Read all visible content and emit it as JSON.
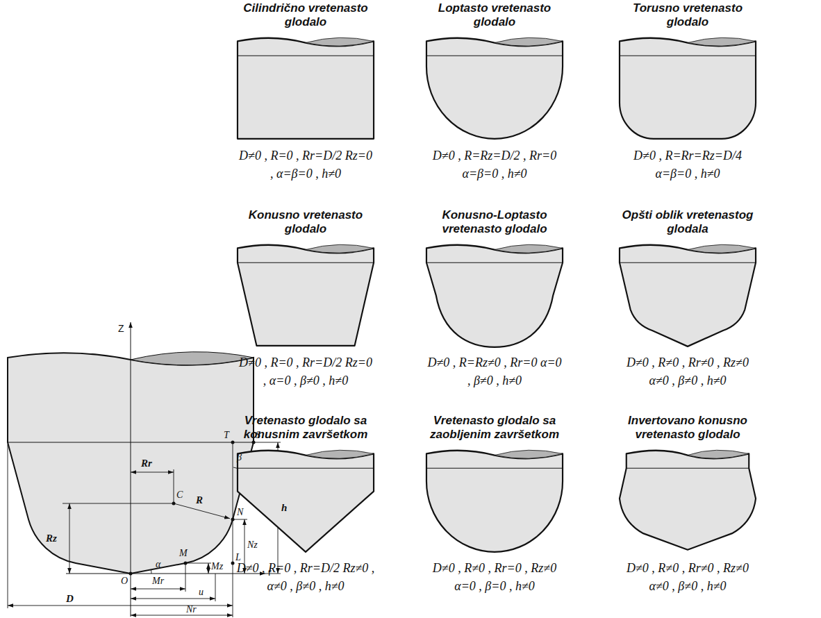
{
  "diagram": {
    "nodes": [
      {
        "text": [
          "Cilindrično vretenasto glodalo",
          "D≠0 , R=0 , Rr=D/2 Rz=0 , α=β=0 , h≠0"
        ]
      },
      {
        "text": [
          "Loptasto vretenasto glodalo",
          "D≠0 , R=Rz=D/2 , Rr=0 α=β=0 , h≠0"
        ]
      },
      {
        "text": [
          "Torusno vretenasto glodalo",
          "D≠0 , R=Rr=Rz=D/4 α=β=0 , h≠0"
        ]
      },
      {
        "text": [
          "Konusno vretenasto glodalo",
          "D≠0 , R=0 , Rr=D/2 Rz=0 , α=0 , β≠0 , h≠0"
        ]
      },
      {
        "text": [
          "Konusno-Loptasto vretenasto glodalo",
          "D≠0 , R=Rz≠0 , Rr=0 α=0 , β≠0 , h≠0"
        ]
      },
      {
        "text": [
          "Opšti oblik vretenastog glodala",
          "D≠0 , R≠0 , Rr≠0 , Rz≠0 α≠0 , β≠0 , h≠0"
        ]
      },
      {
        "text": [
          "Vretenasto glodalo sa konusnim završetkom",
          "D≠0 , R=0 , Rr=D/2 Rz≠0 , α≠0 , β≠0 , h≠0"
        ]
      },
      {
        "text": [
          "Vretenasto glodalo sa zaobljenim završetkom",
          "D≠0 , R≠0 , Rr=0 , Rz≠0 α=0 , β=0 , h≠0"
        ]
      },
      {
        "text": [
          "Invertovano konusno vretenasto glodalo",
          "D≠0 , R≠0 , Rr≠0 , Rz≠0 α≠0 , β≠0 , h≠0"
        ]
      }
    ],
    "labels": [
      "Z",
      "T",
      "S",
      "β",
      "Rr",
      "C",
      "R",
      "N",
      "h",
      "Rz",
      "M",
      "L",
      "Nz",
      "Mz",
      "α",
      "r",
      "O",
      "Mr",
      "u",
      "D",
      "Nr"
    ]
  }
}
